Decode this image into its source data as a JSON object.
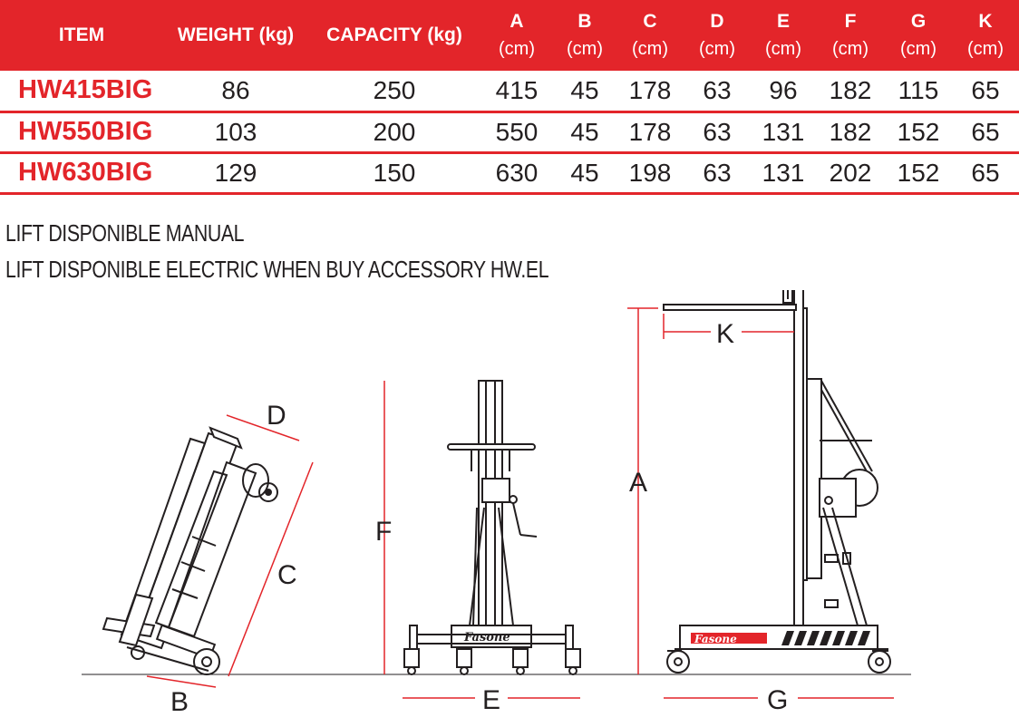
{
  "table": {
    "headers": [
      {
        "label": "ITEM",
        "unit": ""
      },
      {
        "label": "WEIGHT (kg)",
        "unit": ""
      },
      {
        "label": "CAPACITY (kg)",
        "unit": ""
      },
      {
        "label": "A",
        "unit": "(cm)"
      },
      {
        "label": "B",
        "unit": "(cm)"
      },
      {
        "label": "C",
        "unit": "(cm)"
      },
      {
        "label": "D",
        "unit": "(cm)"
      },
      {
        "label": "E",
        "unit": "(cm)"
      },
      {
        "label": "F",
        "unit": "(cm)"
      },
      {
        "label": "G",
        "unit": "(cm)"
      },
      {
        "label": "K",
        "unit": "(cm)"
      }
    ],
    "rows": [
      [
        "HW415BIG",
        "86",
        "250",
        "415",
        "45",
        "178",
        "63",
        "96",
        "182",
        "115",
        "65"
      ],
      [
        "HW550BIG",
        "103",
        "200",
        "550",
        "45",
        "178",
        "63",
        "131",
        "182",
        "152",
        "65"
      ],
      [
        "HW630BIG",
        "129",
        "150",
        "630",
        "45",
        "198",
        "63",
        "131",
        "202",
        "152",
        "65"
      ]
    ]
  },
  "notes": {
    "line1": "LIFT DISPONIBLE MANUAL",
    "line2": "LIFT DISPONIBLE ELECTRIC WHEN BUY ACCESSORY HW.EL"
  },
  "diagram": {
    "labels": {
      "A": "A",
      "B": "B",
      "C": "C",
      "D": "D",
      "E": "E",
      "F": "F",
      "G": "G",
      "K": "K"
    },
    "brand_logo_text": "Fasone"
  },
  "colors": {
    "accent": "#e3252a",
    "text": "#231f20"
  }
}
